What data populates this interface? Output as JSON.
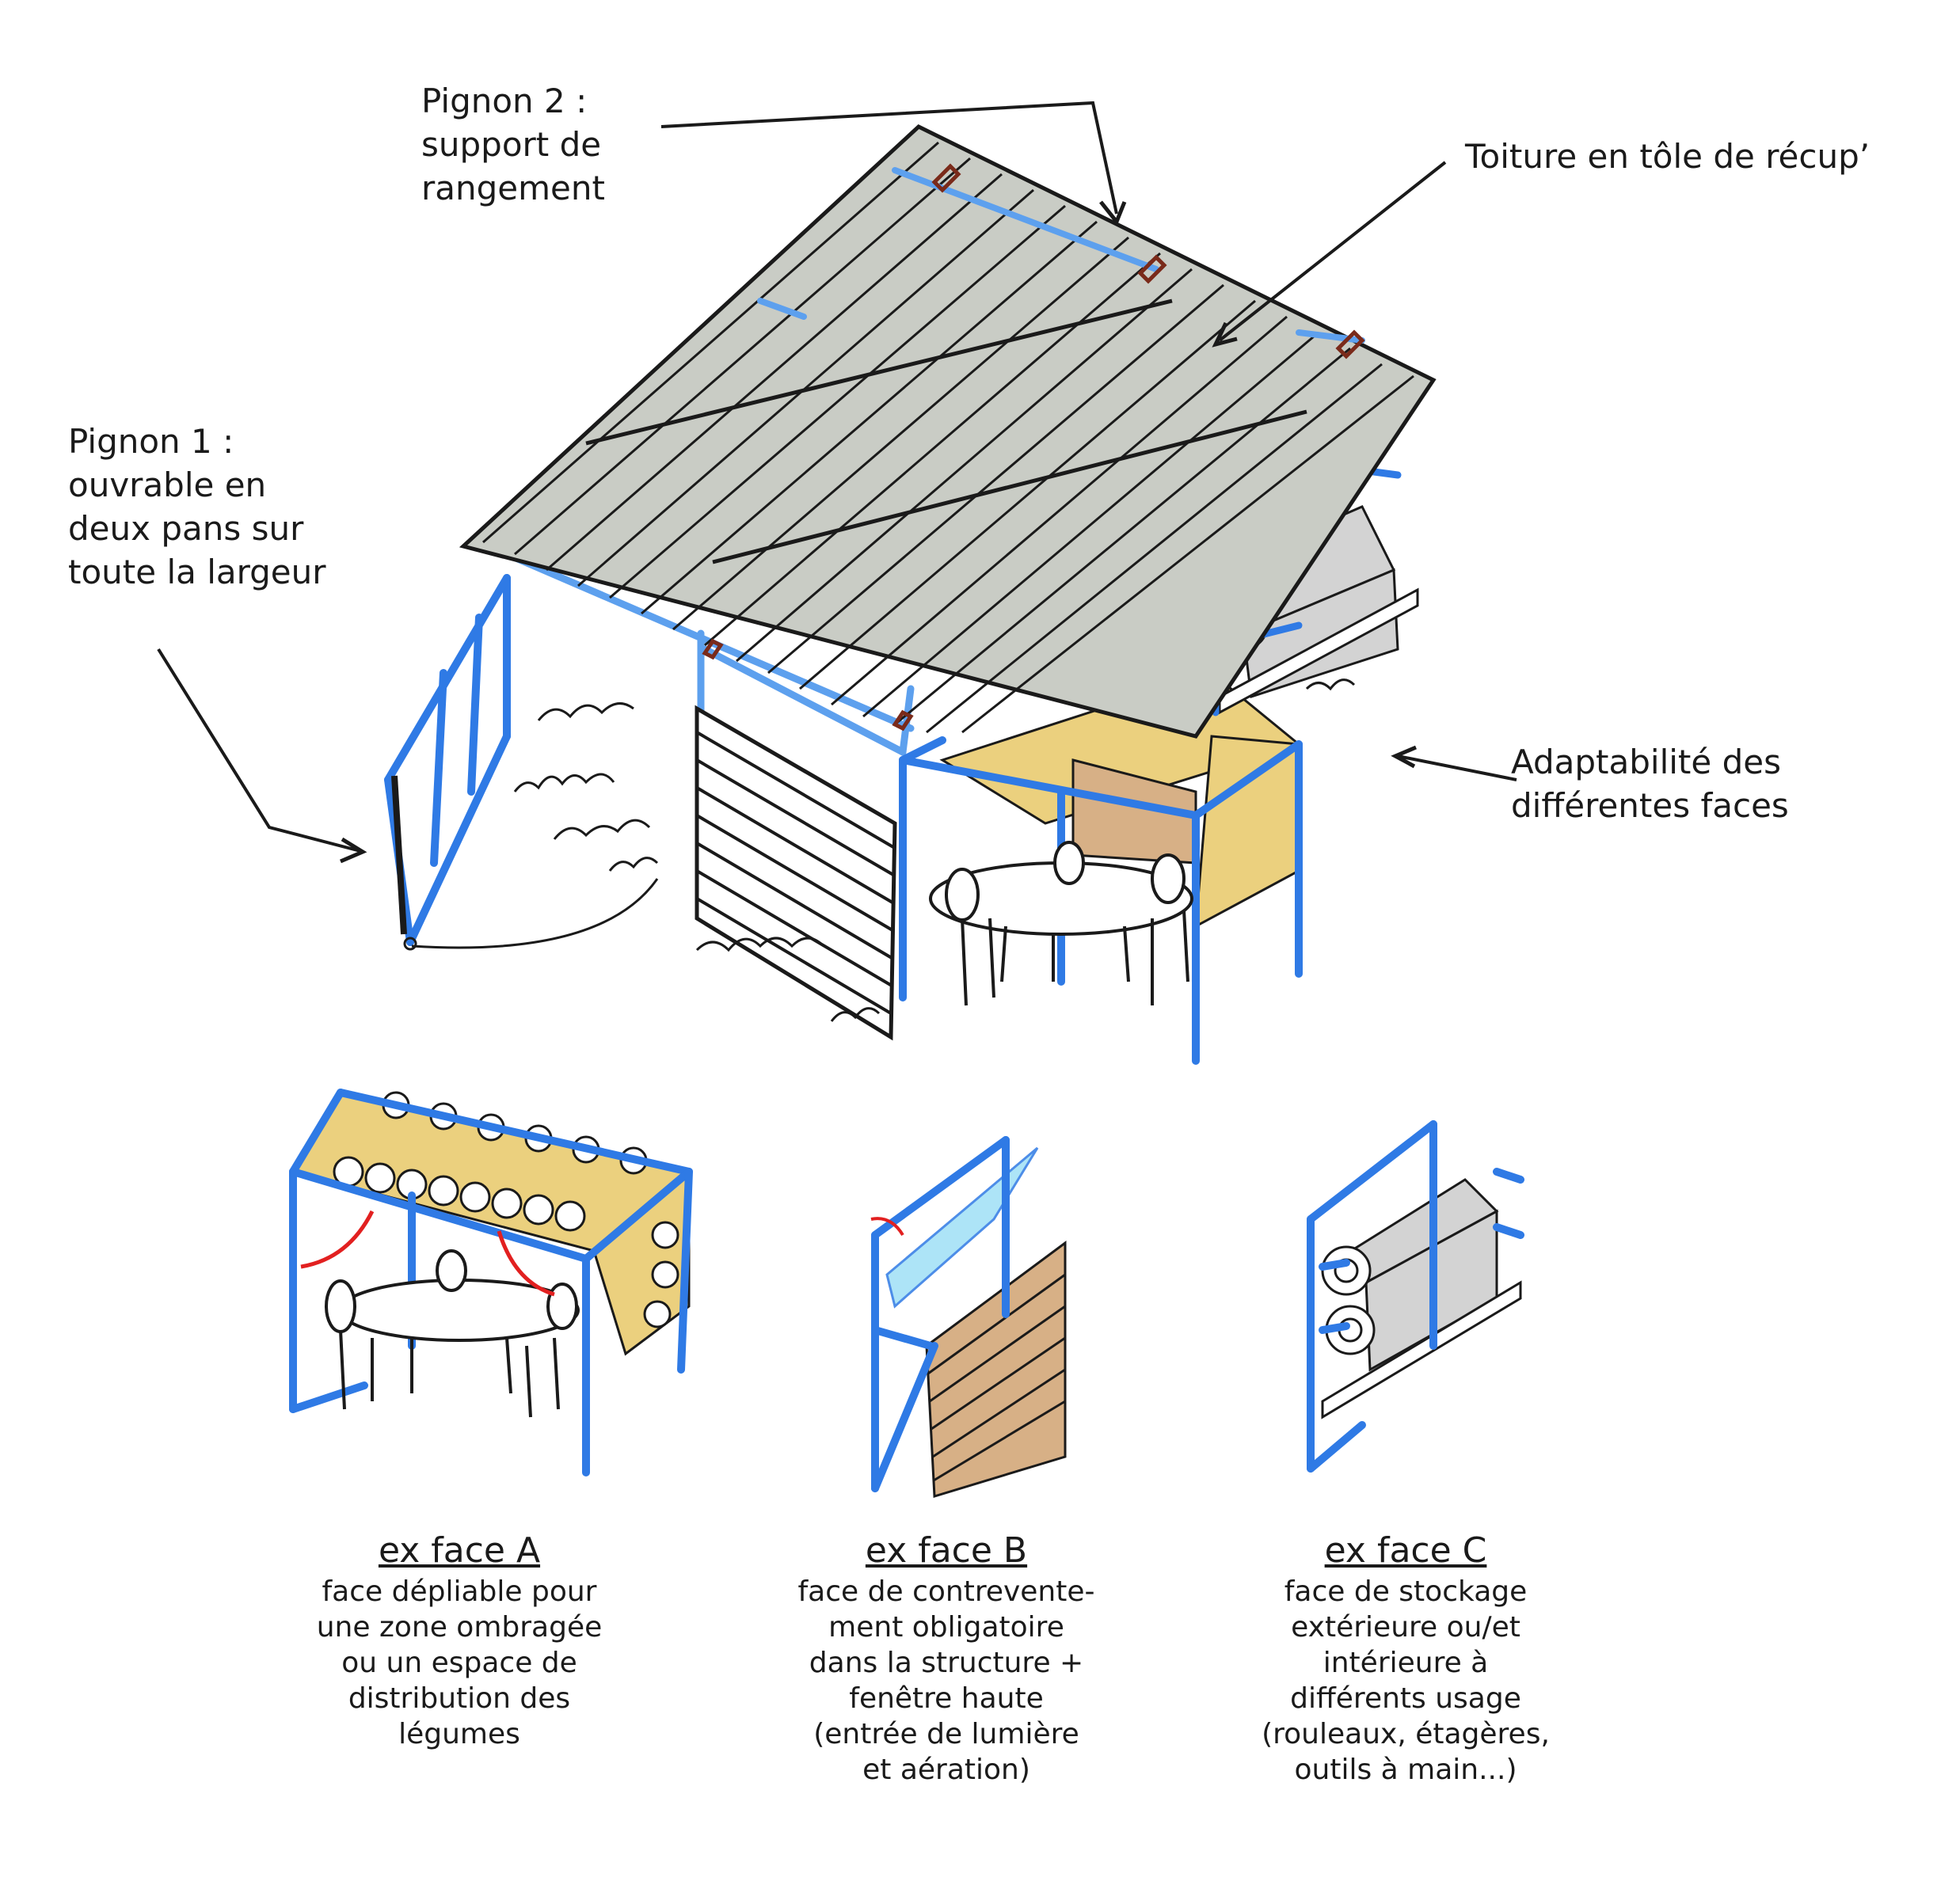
{
  "colors": {
    "frame": "#2f7ae5",
    "frame_light": "#5da0ee",
    "roof": "#c9ccc5",
    "canvas": "#ebd07e",
    "wood": "#d7b086",
    "glass": "#9fe0f6",
    "roll": "#d3d3d3",
    "arrow_red": "#e22020",
    "ink": "#1a1a1a",
    "peg": "#7a2a1a"
  },
  "labels": {
    "pignon2": "Pignon 2 :\nsupport de\nrangement",
    "toiture": "Toiture  en tôle de récup’",
    "pignon1": "Pignon 1 :\nouvrable en\ndeux pans sur\ntoute la largeur",
    "adaptabilite": "Adaptabilité des\ndifférentes faces"
  },
  "captions": {
    "face_a": {
      "title": "ex face A",
      "body": "face dépliable pour\nune zone ombragée\nou un espace de\ndistribution des\nlégumes"
    },
    "face_b": {
      "title": "ex face B",
      "body": "face de contrevente-\nment obligatoire\ndans la structure +\nfenêtre haute\n(entrée de lumière\net aération)"
    },
    "face_c": {
      "title": "ex face C",
      "body": "face de stockage\nextérieure ou/et\nintérieure à\ndifférents usage\n(rouleaux, étagères,\noutils à main...)"
    }
  }
}
